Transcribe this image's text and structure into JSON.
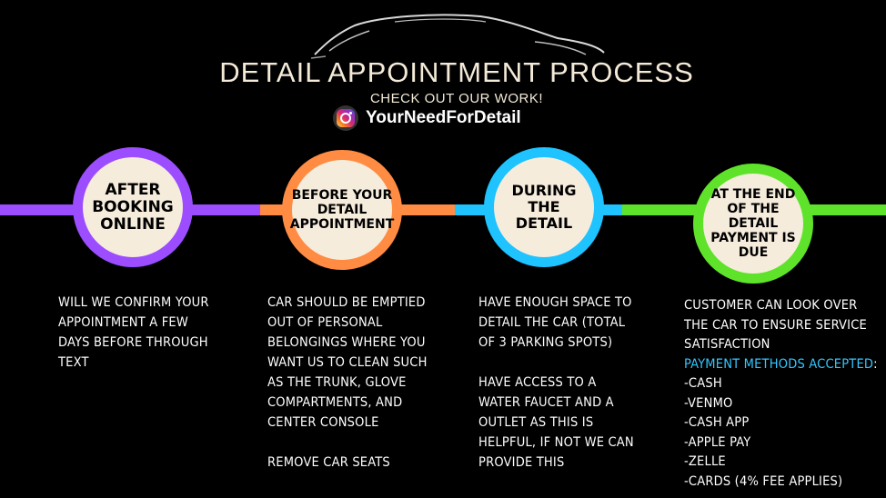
{
  "header": {
    "title": "DETAIL APPOINTMENT PROCESS",
    "subtitle": "CHECK OUT OUR WORK!",
    "instagram_handle": "YourNeedForDetail"
  },
  "icons": [
    "car-silhouette-icon",
    "instagram-icon"
  ],
  "colors": {
    "step1": "#9b4dff",
    "step2": "#ff8c42",
    "step3": "#1ec3ff",
    "step4": "#5fe32a",
    "circle_fill": "#f6ecdc",
    "payment_heading": "#35c6ff"
  },
  "steps": [
    {
      "title": "AFTER BOOKING ONLINE",
      "lines": [
        "WILL WE CONFIRM YOUR",
        "APPOINTMENT A FEW",
        "DAYS BEFORE THROUGH",
        "TEXT"
      ]
    },
    {
      "title": "BEFORE YOUR DETAIL APPOINTMENT",
      "lines": [
        "CAR SHOULD BE EMPTIED",
        "OUT OF PERSONAL",
        "BELONGINGS WHERE YOU",
        "WANT US TO CLEAN  SUCH",
        "AS THE TRUNK, GLOVE",
        "COMPARTMENTS, AND",
        "CENTER CONSOLE",
        "",
        "REMOVE CAR SEATS"
      ]
    },
    {
      "title": "DURING THE DETAIL",
      "lines": [
        "HAVE  ENOUGH SPACE TO",
        "DETAIL THE CAR (TOTAL",
        "OF 3 PARKING SPOTS)",
        "",
        "HAVE ACCESS TO A",
        "WATER FAUCET AND A",
        "OUTLET AS THIS IS",
        "HELPFUL, IF NOT WE CAN",
        "PROVIDE THIS"
      ]
    },
    {
      "title": "AT THE END OF THE DETAIL PAYMENT IS DUE",
      "lines": [
        "CUSTOMER CAN LOOK OVER",
        "THE CAR TO ENSURE SERVICE",
        "SATISFACTION"
      ],
      "payment_heading": "PAYMENT METHODS ACCEPTED",
      "payment_colon": ":",
      "payment_methods": [
        "-CASH",
        "-VENMO",
        "-CASH APP",
        "-APPLE PAY",
        "-ZELLE",
        "-CARDS (4% FEE APPLIES)"
      ]
    }
  ]
}
